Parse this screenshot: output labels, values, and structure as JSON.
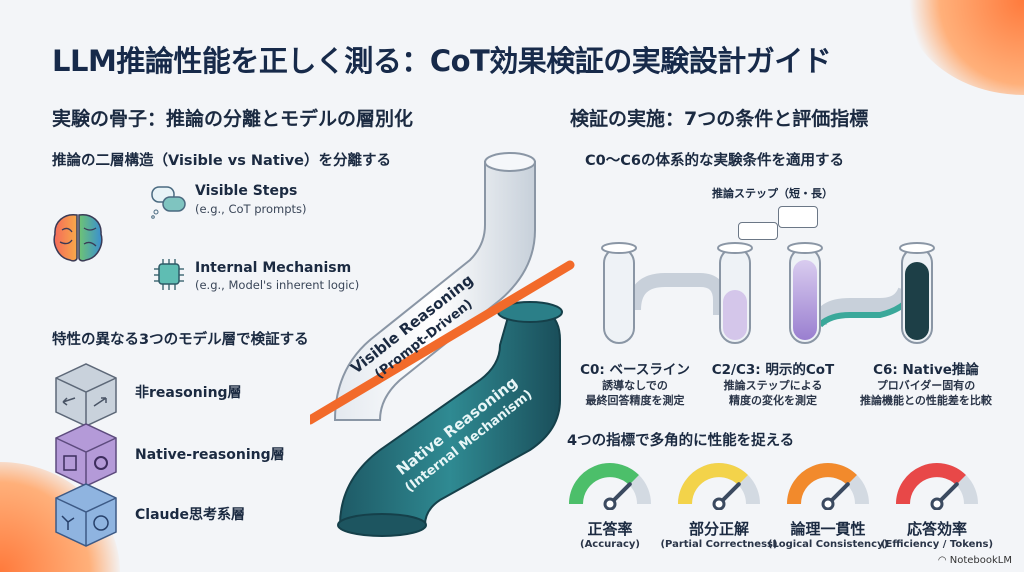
{
  "title": "LLM推論性能を正しく測る：CoT効果検証の実験設計ガイド",
  "left": {
    "heading": "実験の骨子：推論の分離とモデルの層別化",
    "structure_heading": "推論の二層構造（Visible vs Native）を分離する",
    "visible": {
      "title": "Visible Steps",
      "sub": "(e.g., CoT prompts)",
      "icon": "chat-bubbles-icon"
    },
    "internal": {
      "title": "Internal Mechanism",
      "sub": "(e.g., Model's inherent logic)",
      "icon": "chip-icon"
    },
    "brain_icon": "brain-icon",
    "layers_heading": "特性の異なる3つのモデル層で検証する",
    "layers": [
      {
        "label": "非reasoning層",
        "color": "#c9d2dc",
        "icon": "arrows-icon"
      },
      {
        "label": "Native-reasoning層",
        "color": "#b49ad8",
        "icon": "gear-icon"
      },
      {
        "label": "Claude思考系層",
        "color": "#8fb4e0",
        "icon": "brain-icon"
      }
    ]
  },
  "pipe": {
    "visible_label": "Visible Reasoning",
    "visible_sub": "(Prompt-Driven)",
    "native_label": "Native Reasoning",
    "native_sub": "(Internal Mechanism)"
  },
  "right": {
    "heading": "検証の実施：7つの条件と評価指標",
    "conditions_heading": "C0～C6の体系的な実験条件を適用する",
    "steps_bubble": "推論ステップ（短・長）",
    "conditions": [
      {
        "title": "C0: ベースライン",
        "desc1": "誘導なしでの",
        "desc2": "最終回答精度を測定"
      },
      {
        "title": "C2/C3: 明示的CoT",
        "desc1": "推論ステップによる",
        "desc2": "精度の変化を測定"
      },
      {
        "title": "C6: Native推論",
        "desc1": "プロバイダー固有の",
        "desc2": "推論機能との性能差を比較"
      }
    ],
    "metrics_heading": "4つの指標で多角的に性能を捉える",
    "metrics": [
      {
        "jp": "正答率",
        "en": "(Accuracy)",
        "color": "#4cbf6a",
        "level": 0.75
      },
      {
        "jp": "部分正解",
        "en": "(Partial Correctness)",
        "color": "#f3d34a",
        "level": 0.75
      },
      {
        "jp": "論理一貫性",
        "en": "(Logical Consistency)",
        "color": "#f28a2c",
        "level": 0.75
      },
      {
        "jp": "応答効率",
        "en": "(Efficiency / Tokens)",
        "color": "#e84848",
        "level": 0.75
      }
    ]
  },
  "footer": "NotebookLM"
}
